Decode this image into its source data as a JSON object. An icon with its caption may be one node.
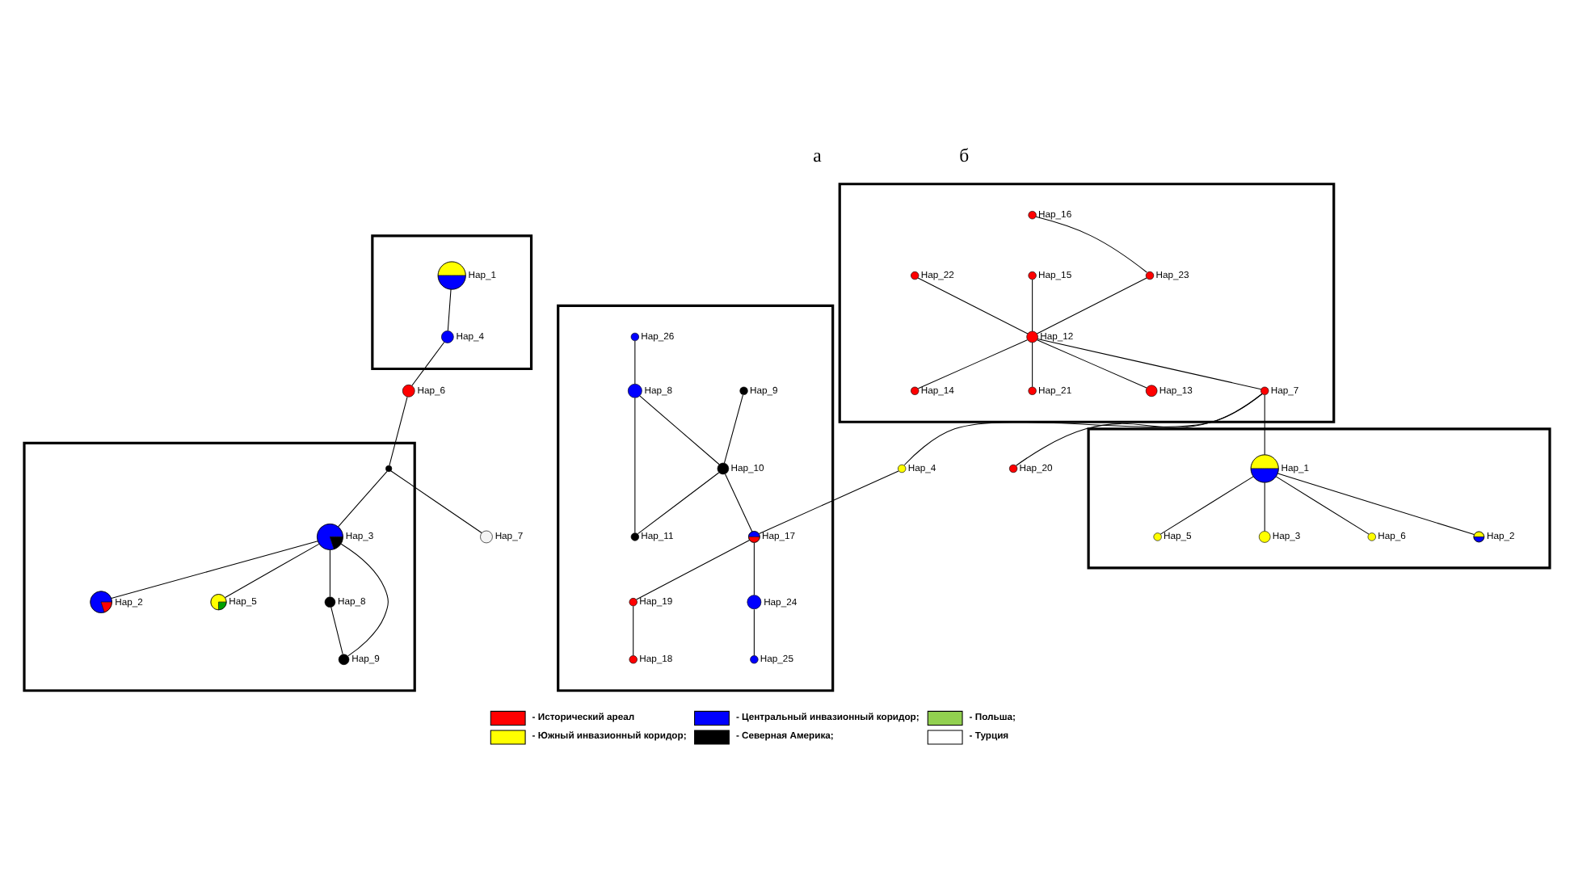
{
  "diagram": {
    "nodes": [
      {
        "text": [],
        "shape": "box"
      },
      {
        "text": [],
        "shape": "circle",
        "in": 0,
        "beside": [
          "Hap_1"
        ]
      },
      {
        "text": [],
        "shape": "circle",
        "in": 0,
        "beside": [
          "Hap_4"
        ]
      },
      {
        "text": [],
        "shape": "circle",
        "beside": [
          "Hap_6"
        ]
      },
      {
        "text": [],
        "shape": "box"
      },
      {
        "text": [],
        "shape": "circle",
        "in": 4,
        "beside": [
          "Hap_2"
        ]
      },
      {
        "text": [],
        "shape": "circle",
        "in": 4,
        "beside": [
          "Hap_3"
        ]
      },
      {
        "text": [],
        "shape": "circle",
        "in": 4
      },
      {
        "text": [],
        "shape": "circle",
        "in": 4,
        "beside": [
          "Hap_5"
        ]
      },
      {
        "text": [],
        "shape": "circle",
        "in": 4,
        "beside": [
          "Hap_8"
        ]
      },
      {
        "text": [],
        "shape": "circle",
        "in": 4,
        "beside": [
          "Hap_9"
        ]
      },
      {
        "text": [],
        "shape": "circle",
        "beside": [
          "Hap_7"
        ]
      },
      {
        "text": [],
        "shape": "box"
      },
      {
        "text": [],
        "shape": "circle",
        "in": 12,
        "beside": [
          "Hap_16"
        ]
      },
      {
        "text": [],
        "shape": "circle",
        "in": 12,
        "beside": [
          "Hap_15"
        ]
      },
      {
        "text": [],
        "shape": "circle",
        "in": 12,
        "beside": [
          "Hap_22"
        ]
      },
      {
        "text": [],
        "shape": "circle",
        "in": 12,
        "beside": [
          "Hap_23"
        ]
      },
      {
        "text": [],
        "shape": "circle",
        "in": 12,
        "beside": [
          "Hap_12"
        ]
      },
      {
        "text": [],
        "shape": "circle",
        "in": 12,
        "beside": [
          "Hap_14"
        ]
      },
      {
        "text": [],
        "shape": "circle",
        "in": 12,
        "beside": [
          "Hap_21"
        ]
      },
      {
        "text": [],
        "shape": "circle",
        "in": 12,
        "beside": [
          "Hap_13"
        ]
      },
      {
        "text": [],
        "shape": "circle",
        "in": 12,
        "beside": [
          "Hap_7"
        ]
      },
      {
        "text": [],
        "shape": "circle",
        "beside": [
          "Hap_20"
        ]
      },
      {
        "text": [],
        "shape": "box"
      },
      {
        "text": [],
        "shape": "circle",
        "in": 23,
        "beside": [
          "Hap_5"
        ]
      },
      {
        "text": [],
        "shape": "circle",
        "in": 23,
        "beside": [
          "Hap_1"
        ]
      },
      {
        "text": [],
        "shape": "circle",
        "in": 23,
        "beside": [
          "Hap_3"
        ]
      },
      {
        "text": [],
        "shape": "circle",
        "in": 23,
        "beside": [
          "Hap_6"
        ]
      },
      {
        "text": [],
        "shape": "circle",
        "in": 23,
        "beside": [
          "Hap_2"
        ]
      },
      {
        "text": [],
        "shape": "circle",
        "beside": [
          "Hap_4"
        ]
      },
      {
        "text": [],
        "shape": "box"
      },
      {
        "text": [],
        "shape": "circle",
        "in": 30,
        "beside": [
          "Hap_26"
        ]
      },
      {
        "text": [],
        "shape": "circle",
        "in": 30,
        "beside": [
          "Hap_9"
        ]
      },
      {
        "text": [],
        "shape": "circle",
        "in": 30,
        "beside": [
          "Hap_8"
        ]
      },
      {
        "text": [],
        "shape": "circle",
        "in": 30,
        "beside": [
          "Hap_10"
        ]
      },
      {
        "text": [],
        "shape": "circle",
        "in": 30,
        "beside": [
          "Hap_11"
        ]
      },
      {
        "text": [],
        "shape": "circle",
        "in": 30,
        "beside": [
          "Hap_17"
        ]
      },
      {
        "text": [],
        "shape": "circle",
        "in": 30,
        "beside": [
          "Hap_19"
        ]
      },
      {
        "text": [],
        "shape": "circle",
        "in": 30,
        "beside": [
          "Hap_18"
        ]
      },
      {
        "text": [],
        "shape": "circle",
        "in": 30,
        "beside": [
          "Hap_24"
        ]
      },
      {
        "text": [],
        "shape": "circle",
        "in": 30,
        "beside": [
          "Hap_25"
        ]
      }
    ],
    "edges": [
      {
        "from": 1,
        "to": 2,
        "arrow": "none"
      },
      {
        "from": 2,
        "to": 3,
        "arrow": "none"
      },
      {
        "from": 3,
        "to": 7,
        "arrow": "none"
      },
      {
        "from": 7,
        "to": 11,
        "arrow": "none"
      },
      {
        "from": 7,
        "to": 6,
        "arrow": "none"
      },
      {
        "from": 6,
        "to": 5,
        "arrow": "none"
      },
      {
        "from": 6,
        "to": 8,
        "arrow": "none"
      },
      {
        "from": 6,
        "to": 9,
        "arrow": "none"
      },
      {
        "from": 6,
        "to": 10,
        "arrow": "none"
      },
      {
        "from": 9,
        "to": 10,
        "arrow": "none"
      },
      {
        "from": 13,
        "to": 16,
        "arrow": "none"
      },
      {
        "from": 16,
        "to": 17,
        "arrow": "none"
      },
      {
        "from": 14,
        "to": 17,
        "arrow": "none"
      },
      {
        "from": 15,
        "to": 17,
        "arrow": "none"
      },
      {
        "from": 17,
        "to": 18,
        "arrow": "none"
      },
      {
        "from": 17,
        "to": 19,
        "arrow": "none"
      },
      {
        "from": 17,
        "to": 20,
        "arrow": "none"
      },
      {
        "from": 17,
        "to": 21,
        "arrow": "none"
      },
      {
        "from": 21,
        "to": 22,
        "arrow": "none"
      },
      {
        "from": 21,
        "to": 25,
        "arrow": "none"
      },
      {
        "from": 21,
        "to": 29,
        "arrow": "none"
      },
      {
        "from": 25,
        "to": 24,
        "arrow": "none"
      },
      {
        "from": 25,
        "to": 26,
        "arrow": "none"
      },
      {
        "from": 25,
        "to": 27,
        "arrow": "none"
      },
      {
        "from": 25,
        "to": 28,
        "arrow": "none"
      },
      {
        "from": 29,
        "to": 36,
        "arrow": "none"
      },
      {
        "from": 34,
        "to": 36,
        "arrow": "none"
      },
      {
        "from": 32,
        "to": 34,
        "arrow": "none"
      },
      {
        "from": 33,
        "to": 34,
        "arrow": "none"
      },
      {
        "from": 31,
        "to": 33,
        "arrow": "none"
      },
      {
        "from": 33,
        "to": 35,
        "arrow": "none"
      },
      {
        "from": 34,
        "to": 35,
        "arrow": "none"
      },
      {
        "from": 36,
        "to": 37,
        "arrow": "none"
      },
      {
        "from": 37,
        "to": 38,
        "arrow": "none"
      },
      {
        "from": 36,
        "to": 39,
        "arrow": "none"
      },
      {
        "from": 39,
        "to": 40,
        "arrow": "none"
      }
    ],
    "labels": [
      "а",
      "б"
    ],
    "legend": [
      {
        "text": "- Исторический ареал",
        "color": "#ff0000"
      },
      {
        "text": "- Центральный инвазионный коридор;",
        "color": "#0000ff"
      },
      {
        "text": "- Польша;",
        "color": "#92d050"
      },
      {
        "text": "- Южный инвазионный коридор;",
        "color": "#ffff00"
      },
      {
        "text": "- Северная Америка;",
        "color": "#000000"
      },
      {
        "text": "- Турция",
        "color": "#ffffff"
      }
    ]
  }
}
